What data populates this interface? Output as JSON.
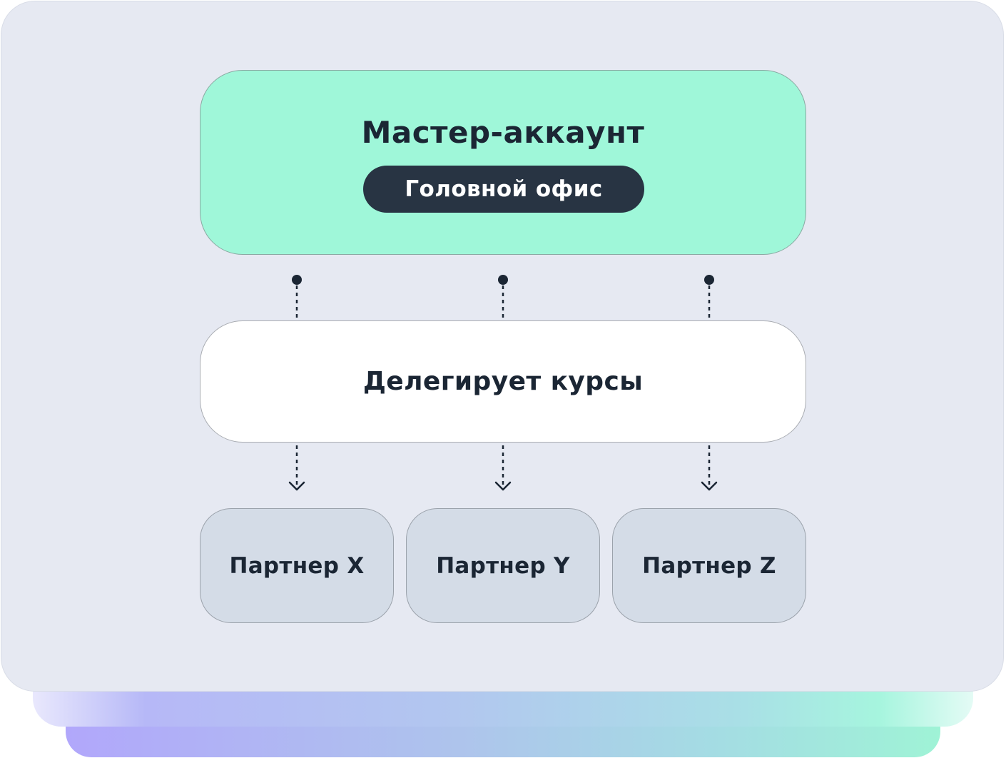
{
  "master": {
    "title": "Мастер-аккаунт",
    "badge": "Головной офис"
  },
  "delegate": {
    "label": "Делегирует курсы"
  },
  "partners": [
    {
      "label": "Партнер X"
    },
    {
      "label": "Партнер Y"
    },
    {
      "label": "Партнер Z"
    }
  ],
  "colors": {
    "master_fill": "#9ff7d9",
    "badge_fill": "#283443",
    "partner_fill": "#d4dce7",
    "panel_fill": "#e6e9f2"
  }
}
